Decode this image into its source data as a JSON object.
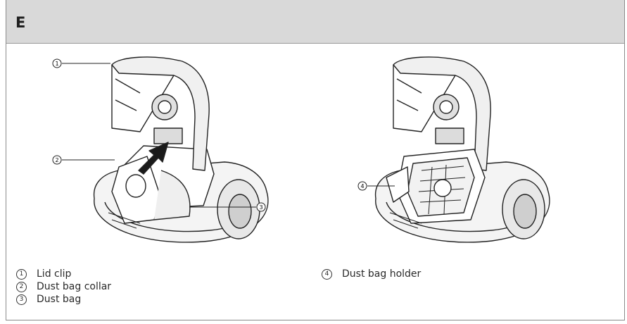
{
  "header": {
    "section_letter": "E"
  },
  "callouts": {
    "c1": "1",
    "c2": "2",
    "c3": "3",
    "c4": "4"
  },
  "legend_left": [
    {
      "num": "1",
      "label": "Lid clip"
    },
    {
      "num": "2",
      "label": "Dust bag collar"
    },
    {
      "num": "3",
      "label": "Dust bag"
    }
  ],
  "legend_right": [
    {
      "num": "4",
      "label": "Dust bag holder"
    }
  ]
}
